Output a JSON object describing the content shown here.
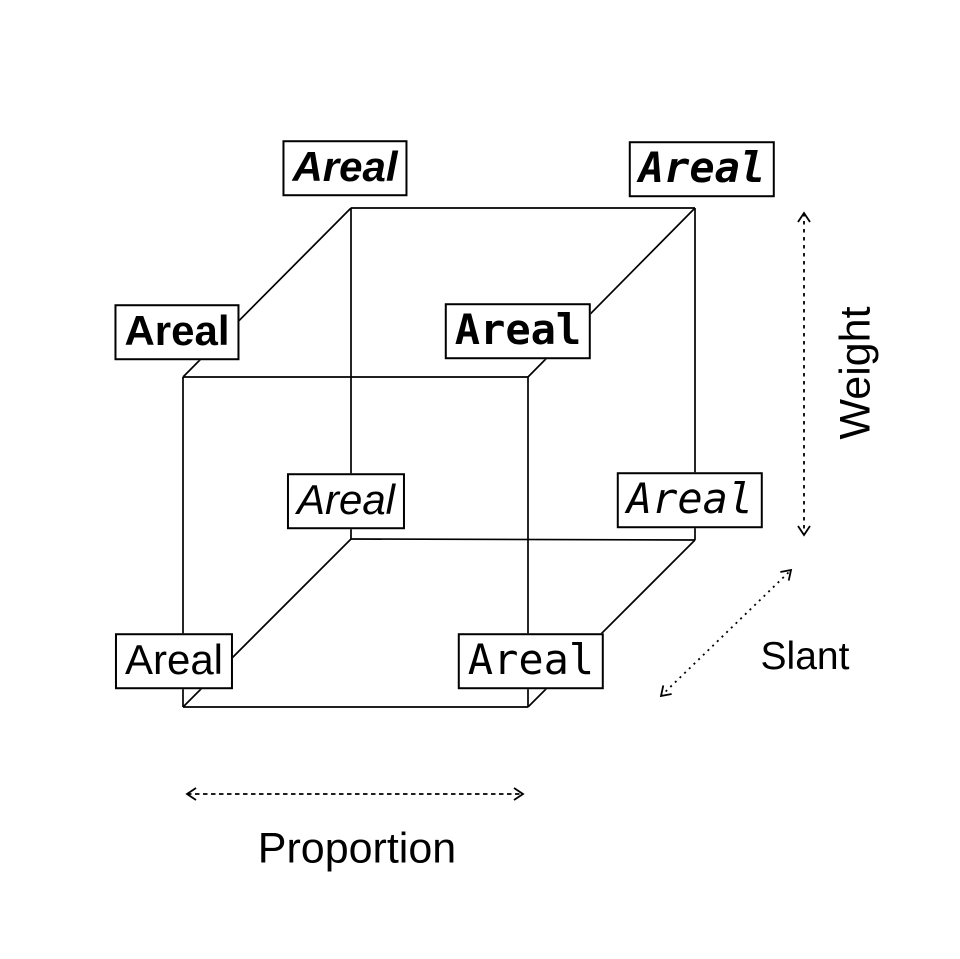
{
  "diagram": {
    "corners": [
      {
        "position": "back-top-left",
        "label": "Areal",
        "weight": "bold",
        "slant": "italic",
        "proportion": "proportional"
      },
      {
        "position": "back-top-right",
        "label": "Areal",
        "weight": "bold",
        "slant": "italic",
        "proportion": "monospace"
      },
      {
        "position": "front-top-left",
        "label": "Areal",
        "weight": "bold",
        "slant": "upright",
        "proportion": "proportional"
      },
      {
        "position": "front-top-right",
        "label": "Areal",
        "weight": "bold",
        "slant": "upright",
        "proportion": "monospace"
      },
      {
        "position": "back-bottom-left",
        "label": "Areal",
        "weight": "regular",
        "slant": "italic",
        "proportion": "proportional"
      },
      {
        "position": "back-bottom-right",
        "label": "Areal",
        "weight": "regular",
        "slant": "italic",
        "proportion": "monospace"
      },
      {
        "position": "front-bottom-left",
        "label": "Areal",
        "weight": "regular",
        "slant": "upright",
        "proportion": "proportional"
      },
      {
        "position": "front-bottom-right",
        "label": "Areal",
        "weight": "regular",
        "slant": "upright",
        "proportion": "monospace"
      }
    ],
    "axes": [
      {
        "name": "weight",
        "label": "Weight",
        "orientation": "vertical"
      },
      {
        "name": "slant",
        "label": "Slant",
        "orientation": "diagonal-depth"
      },
      {
        "name": "proportion",
        "label": "Proportion",
        "orientation": "horizontal"
      }
    ],
    "colors": {
      "line": "#000000",
      "background": "#ffffff",
      "label_background": "#ffffff",
      "text": "#000000"
    }
  }
}
